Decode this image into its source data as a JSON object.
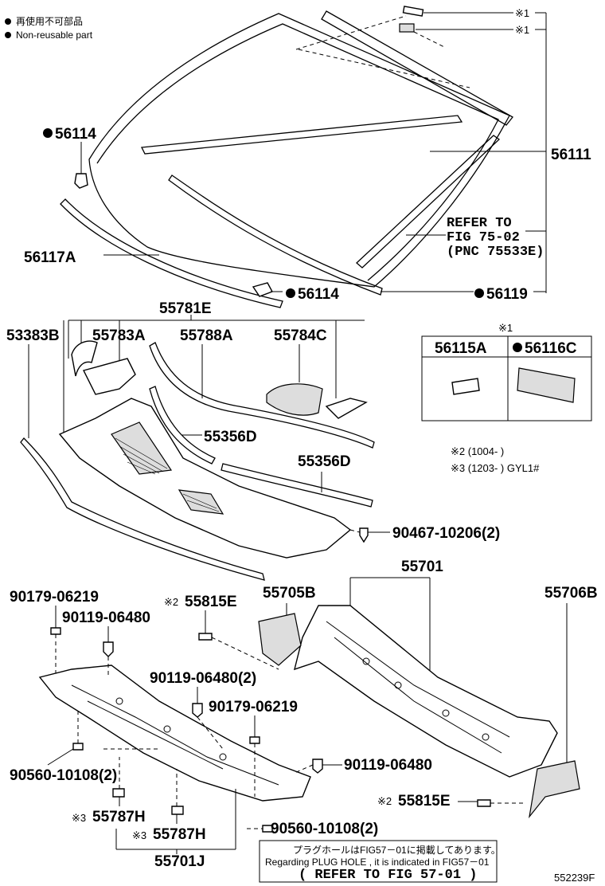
{
  "legend": {
    "line1": "再使用不可部品",
    "line2": "Non-reusable part"
  },
  "marks": {
    "note1": "※1",
    "note2": "※2",
    "note3": "※3"
  },
  "parts": {
    "p56114_top": "56114",
    "p56114_mid": "56114",
    "p56111": "56111",
    "p56117A": "56117A",
    "p56119": "56119",
    "refer_75": [
      "REFER TO",
      "FIG 75-02",
      "(PNC 75533E)"
    ],
    "p55781E": "55781E",
    "p53383B": "53383B",
    "p55783A": "55783A",
    "p55788A": "55788A",
    "p55784C": "55784C",
    "p55356D_a": "55356D",
    "p55356D_b": "55356D",
    "p90467": "90467-10206(2)",
    "p55701": "55701",
    "p55705B": "55705B",
    "p55706B": "55706B",
    "p90179_a": "90179-06219",
    "p90119_a": "90119-06480",
    "p55815E_a": "55815E",
    "p90119_b": "90119-06480(2)",
    "p90179_b": "90179-06219",
    "p90119_c": "90119-06480",
    "p90560_a": "90560-10108(2)",
    "p55815E_b": "55815E",
    "p55787H_a": "55787H",
    "p55787H_b": "55787H",
    "p90560_b": "90560-10108(2)",
    "p55701J": "55701J"
  },
  "table": {
    "header_mark": "※1",
    "col1": "56115A",
    "col2": "56116C"
  },
  "notes": {
    "n2": "※2 (1004-        )",
    "n3": "※3 (1203-        ) GYL1#"
  },
  "plug_box": {
    "jp": "プラグホールはFIG57－01に掲載してあります。",
    "en": "Regarding PLUG HOLE , it is indicated in FIG57－01",
    "ref": "( REFER TO FIG 57-01 )"
  },
  "figure_id": "552239F"
}
